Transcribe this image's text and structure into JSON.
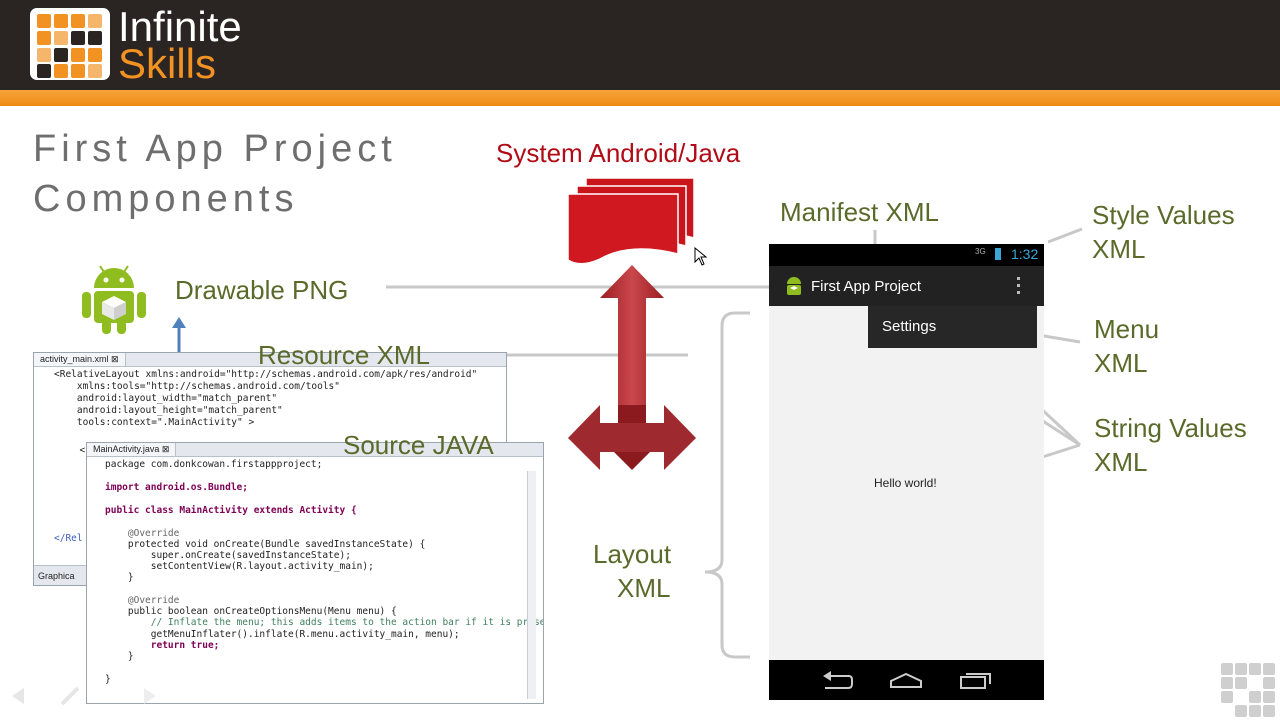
{
  "header": {
    "brand_line1": "Infinite",
    "brand_line2": "Skills",
    "colors": {
      "bar": "#2a2522",
      "stripe": "#f29223",
      "accent": "#f29223"
    }
  },
  "slide": {
    "title_line1": "First App Project",
    "title_line2": "Components"
  },
  "labels": {
    "system": "System Android/Java",
    "drawable": "Drawable  PNG",
    "resource": "Resource  XML",
    "source": "Source JAVA",
    "layout_line1": "Layout",
    "layout_line2": "XML",
    "manifest": "Manifest  XML",
    "style_line1": "Style Values",
    "style_line2": "XML",
    "menu_line1": "Menu",
    "menu_line2": "XML",
    "string_line1": "String Values",
    "string_line2": "XML"
  },
  "xml_editor": {
    "tab": "activity_main.xml",
    "lines": [
      "<RelativeLayout xmlns:android=\"http://schemas.android.com/apk/res/android\"",
      "    xmlns:tools=\"http://schemas.android.com/tools\"",
      "    android:layout_width=\"match_parent\"",
      "    android:layout_height=\"match_parent\"",
      "    tools:context=\".MainActivity\" >",
      "  <",
      "</Rel"
    ],
    "bottom_tab": "Graphica"
  },
  "java_editor": {
    "tab": "MainActivity.java",
    "lines": [
      "package com.donkcowan.firstappproject;",
      "",
      "import android.os.Bundle;",
      "",
      "public class MainActivity extends Activity {",
      "",
      "    @Override",
      "    protected void onCreate(Bundle savedInstanceState) {",
      "        super.onCreate(savedInstanceState);",
      "        setContentView(R.layout.activity_main);",
      "    }",
      "",
      "    @Override",
      "    public boolean onCreateOptionsMenu(Menu menu) {",
      "        // Inflate the menu; this adds items to the action bar if it is present.",
      "        getMenuInflater().inflate(R.menu.activity_main, menu);",
      "        return true;",
      "    }",
      "",
      "}"
    ]
  },
  "phone": {
    "status_network": "3G",
    "status_time": "1:32",
    "app_title": "First App Project",
    "overflow_icon": "overflow-menu-icon",
    "menu_item": "Settings",
    "content_text": "Hello world!",
    "nav_icons": [
      "back-icon",
      "home-icon",
      "recents-icon"
    ]
  }
}
